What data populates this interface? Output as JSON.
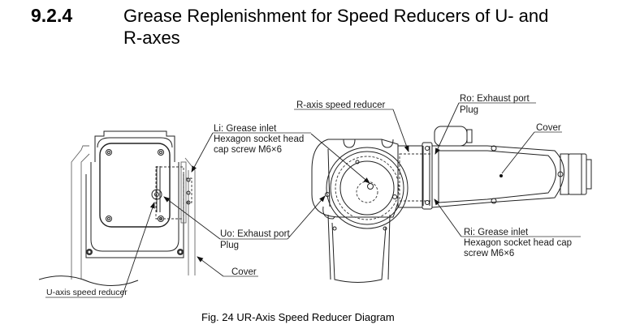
{
  "section": {
    "number": "9.2.4",
    "title_line1": "Grease Replenishment for Speed Reducers of U- and",
    "title_line2": "R-axes"
  },
  "figure": {
    "caption": "Fig. 24  UR-Axis Speed Reducer Diagram",
    "labels": {
      "li_title": "Li: Grease inlet",
      "li_desc1": "Hexagon socket head",
      "li_desc2": "cap screw M6×6",
      "uo_title": "Uo: Exhaust port",
      "uo_desc": "Plug",
      "cover_left": "Cover",
      "u_axis": "U-axis speed reducer",
      "r_axis": "R-axis speed reducer",
      "ro_title": "Ro: Exhaust port",
      "ro_desc": "Plug",
      "cover_right": "Cover",
      "ri_title": "Ri: Grease inlet",
      "ri_desc1": "Hexagon socket head cap",
      "ri_desc2": "screw M6×6"
    }
  }
}
